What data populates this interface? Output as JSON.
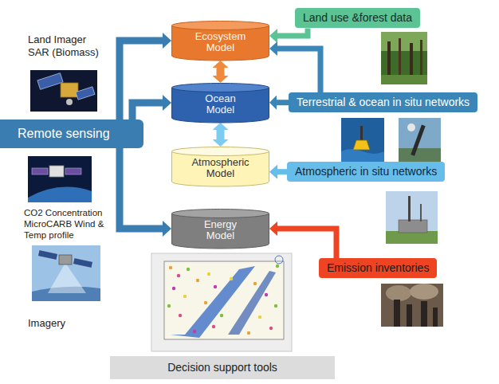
{
  "diagram": {
    "nodes": [
      {
        "text": [
          "Ecosystem Model"
        ]
      },
      {
        "text": [
          "Ocean Model"
        ]
      },
      {
        "text": [
          "Atmospheric Model"
        ]
      },
      {
        "text": [
          "Energy Model"
        ]
      },
      {
        "text": [
          "Remote sensing"
        ]
      },
      {
        "text": [
          "Land use &forest data"
        ]
      },
      {
        "text": [
          "Terrestrial & ocean in situ networks"
        ]
      },
      {
        "text": [
          "Atmospheric in situ networks"
        ]
      },
      {
        "text": [
          "Emission inventories"
        ]
      },
      {
        "text": [
          "Decision support tools"
        ]
      }
    ],
    "edges": [
      {
        "from": 0,
        "to": 1,
        "arrow": "both"
      },
      {
        "from": 1,
        "to": 2,
        "arrow": "both"
      },
      {
        "from": 4,
        "to": 0,
        "arrow": "to"
      },
      {
        "from": 4,
        "to": 1,
        "arrow": "to"
      },
      {
        "from": 4,
        "to": 3,
        "arrow": "to"
      },
      {
        "from": 5,
        "to": 0,
        "arrow": "to"
      },
      {
        "from": 6,
        "to": 0,
        "arrow": "to"
      },
      {
        "from": 6,
        "to": 1,
        "arrow": "to"
      },
      {
        "from": 7,
        "to": 2,
        "arrow": "to"
      },
      {
        "from": 8,
        "to": 3,
        "arrow": "to"
      }
    ],
    "labels": [
      "Land Imager SAR (Biomass)",
      "CO2 Concentration MicroCARB Wind & Temp profile",
      "Imagery"
    ]
  }
}
